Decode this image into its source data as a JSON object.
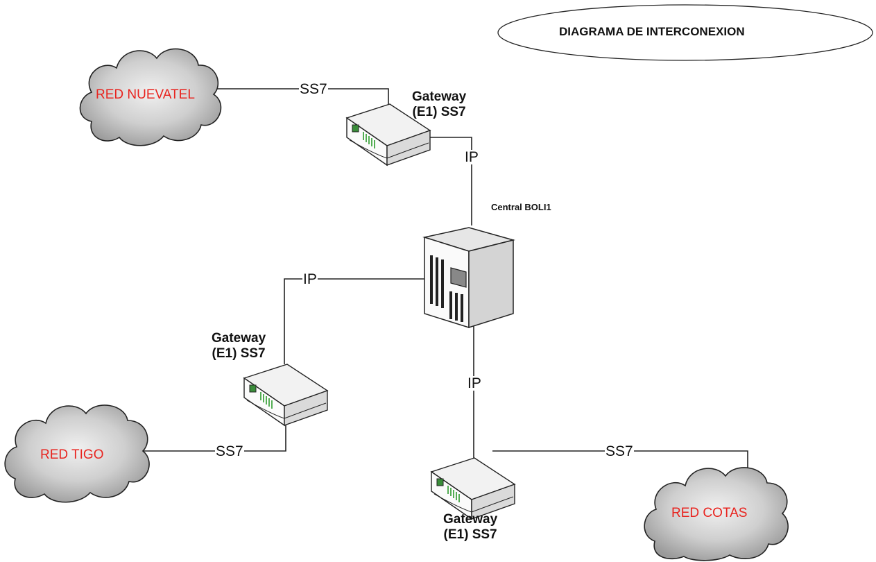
{
  "title": "DIAGRAMA DE INTERCONEXION",
  "central": {
    "label": "Central BOLI1"
  },
  "clouds": {
    "nuevatel": "RED NUEVATEL",
    "tigo": "RED TIGO",
    "cotas": "RED COTAS"
  },
  "gateways": {
    "top": {
      "line1": "Gateway",
      "line2": "(E1) SS7"
    },
    "left": {
      "line1": "Gateway",
      "line2": "(E1) SS7"
    },
    "bottom": {
      "line1": "Gateway",
      "line2": "(E1) SS7"
    }
  },
  "links": {
    "nuevatel_ss7": "SS7",
    "top_ip": "IP",
    "left_ip": "IP",
    "bottom_ip": "IP",
    "tigo_ss7": "SS7",
    "cotas_ss7": "SS7"
  },
  "colors": {
    "cloud_label": "#e8231e",
    "line": "#222222",
    "cloud_fill": "#c4c4c4",
    "device_fill": "#f4f4f4"
  }
}
